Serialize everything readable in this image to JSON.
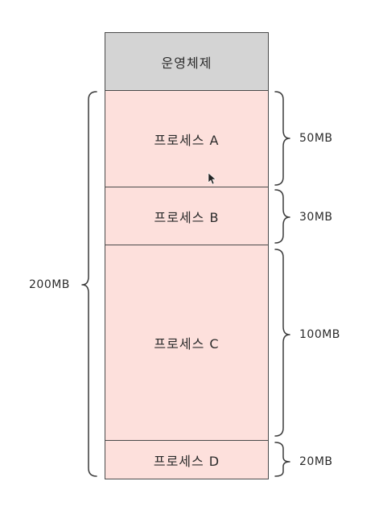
{
  "blocks": {
    "os": "운영체제",
    "process_a": "프로세스 A",
    "process_b": "프로세스 B",
    "process_c": "프로세스 C",
    "process_d": "프로세스 D"
  },
  "sizes": {
    "a": "50MB",
    "b": "30MB",
    "c": "100MB",
    "d": "20MB",
    "total": "200MB"
  },
  "colors": {
    "os_fill": "#d4d4d4",
    "process_fill": "#fde0dc",
    "stroke": "#4a4a4a"
  },
  "icons": {
    "cursor": "mouse-pointer-icon"
  }
}
